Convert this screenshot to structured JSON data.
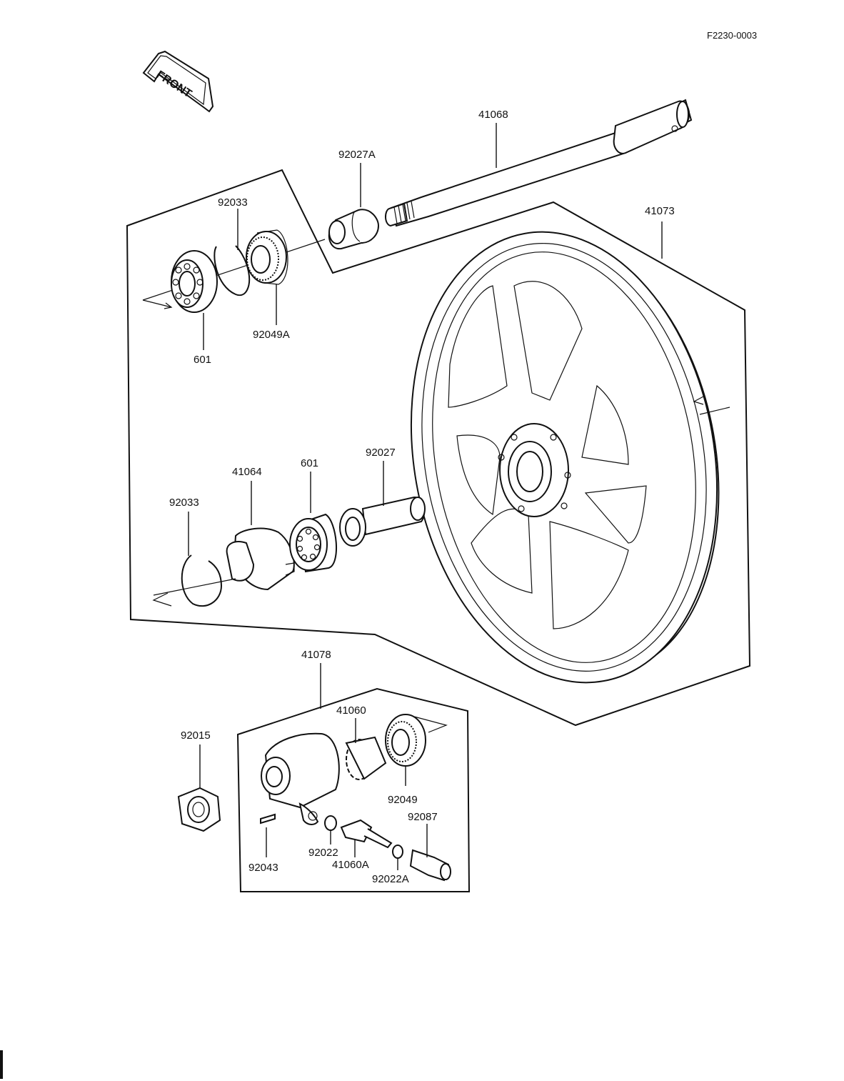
{
  "reference_code": "F2230-0003",
  "front_label": "FRONT",
  "labels": {
    "shaft": "41068",
    "wheel": "41073",
    "collar_a": "92027A",
    "circlip_top": "92033",
    "seal_top": "92049A",
    "bearing_top": "601",
    "hub_cover": "41064",
    "bearing_mid": "601",
    "collar_mid": "92027",
    "circlip_mid": "92033",
    "speedo_gear_housing": "41078",
    "nut": "92015",
    "gear": "41060",
    "seal_bottom": "92049",
    "bushing": "92087",
    "pin": "92043",
    "washer": "92022",
    "pinion": "41060A",
    "washer_a": "92022A"
  }
}
